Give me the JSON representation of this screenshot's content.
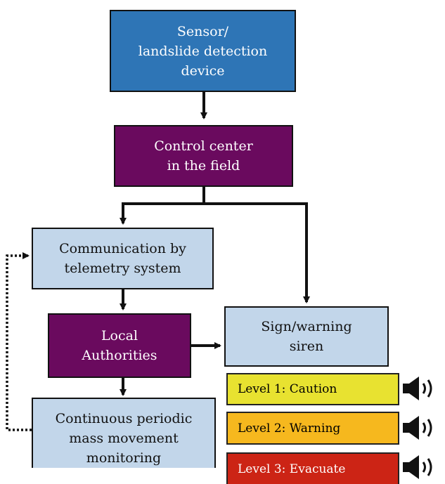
{
  "nodes": {
    "sensor": "Sensor/\nlandslide detection\ndevice",
    "control": "Control center\nin the field",
    "communication": "Communication by\ntelemetry system",
    "authorities": "Local\nAuthorities",
    "siren": "Sign/warning\nsiren",
    "monitoring": "Continuous periodic\nmass movement\nmonitoring"
  },
  "levels": [
    {
      "label": "Level 1: Caution",
      "color": "#e8e230"
    },
    {
      "label": "Level  2: Warning",
      "color": "#f6b81e"
    },
    {
      "label": "Level  3: Evacuate",
      "color": "#cc2415"
    }
  ],
  "colors": {
    "blue": "#2e75b6",
    "purple": "#6a0a5e",
    "light": "#c2d6ea"
  },
  "icons": [
    "speaker-icon",
    "speaker-icon",
    "speaker-icon"
  ]
}
